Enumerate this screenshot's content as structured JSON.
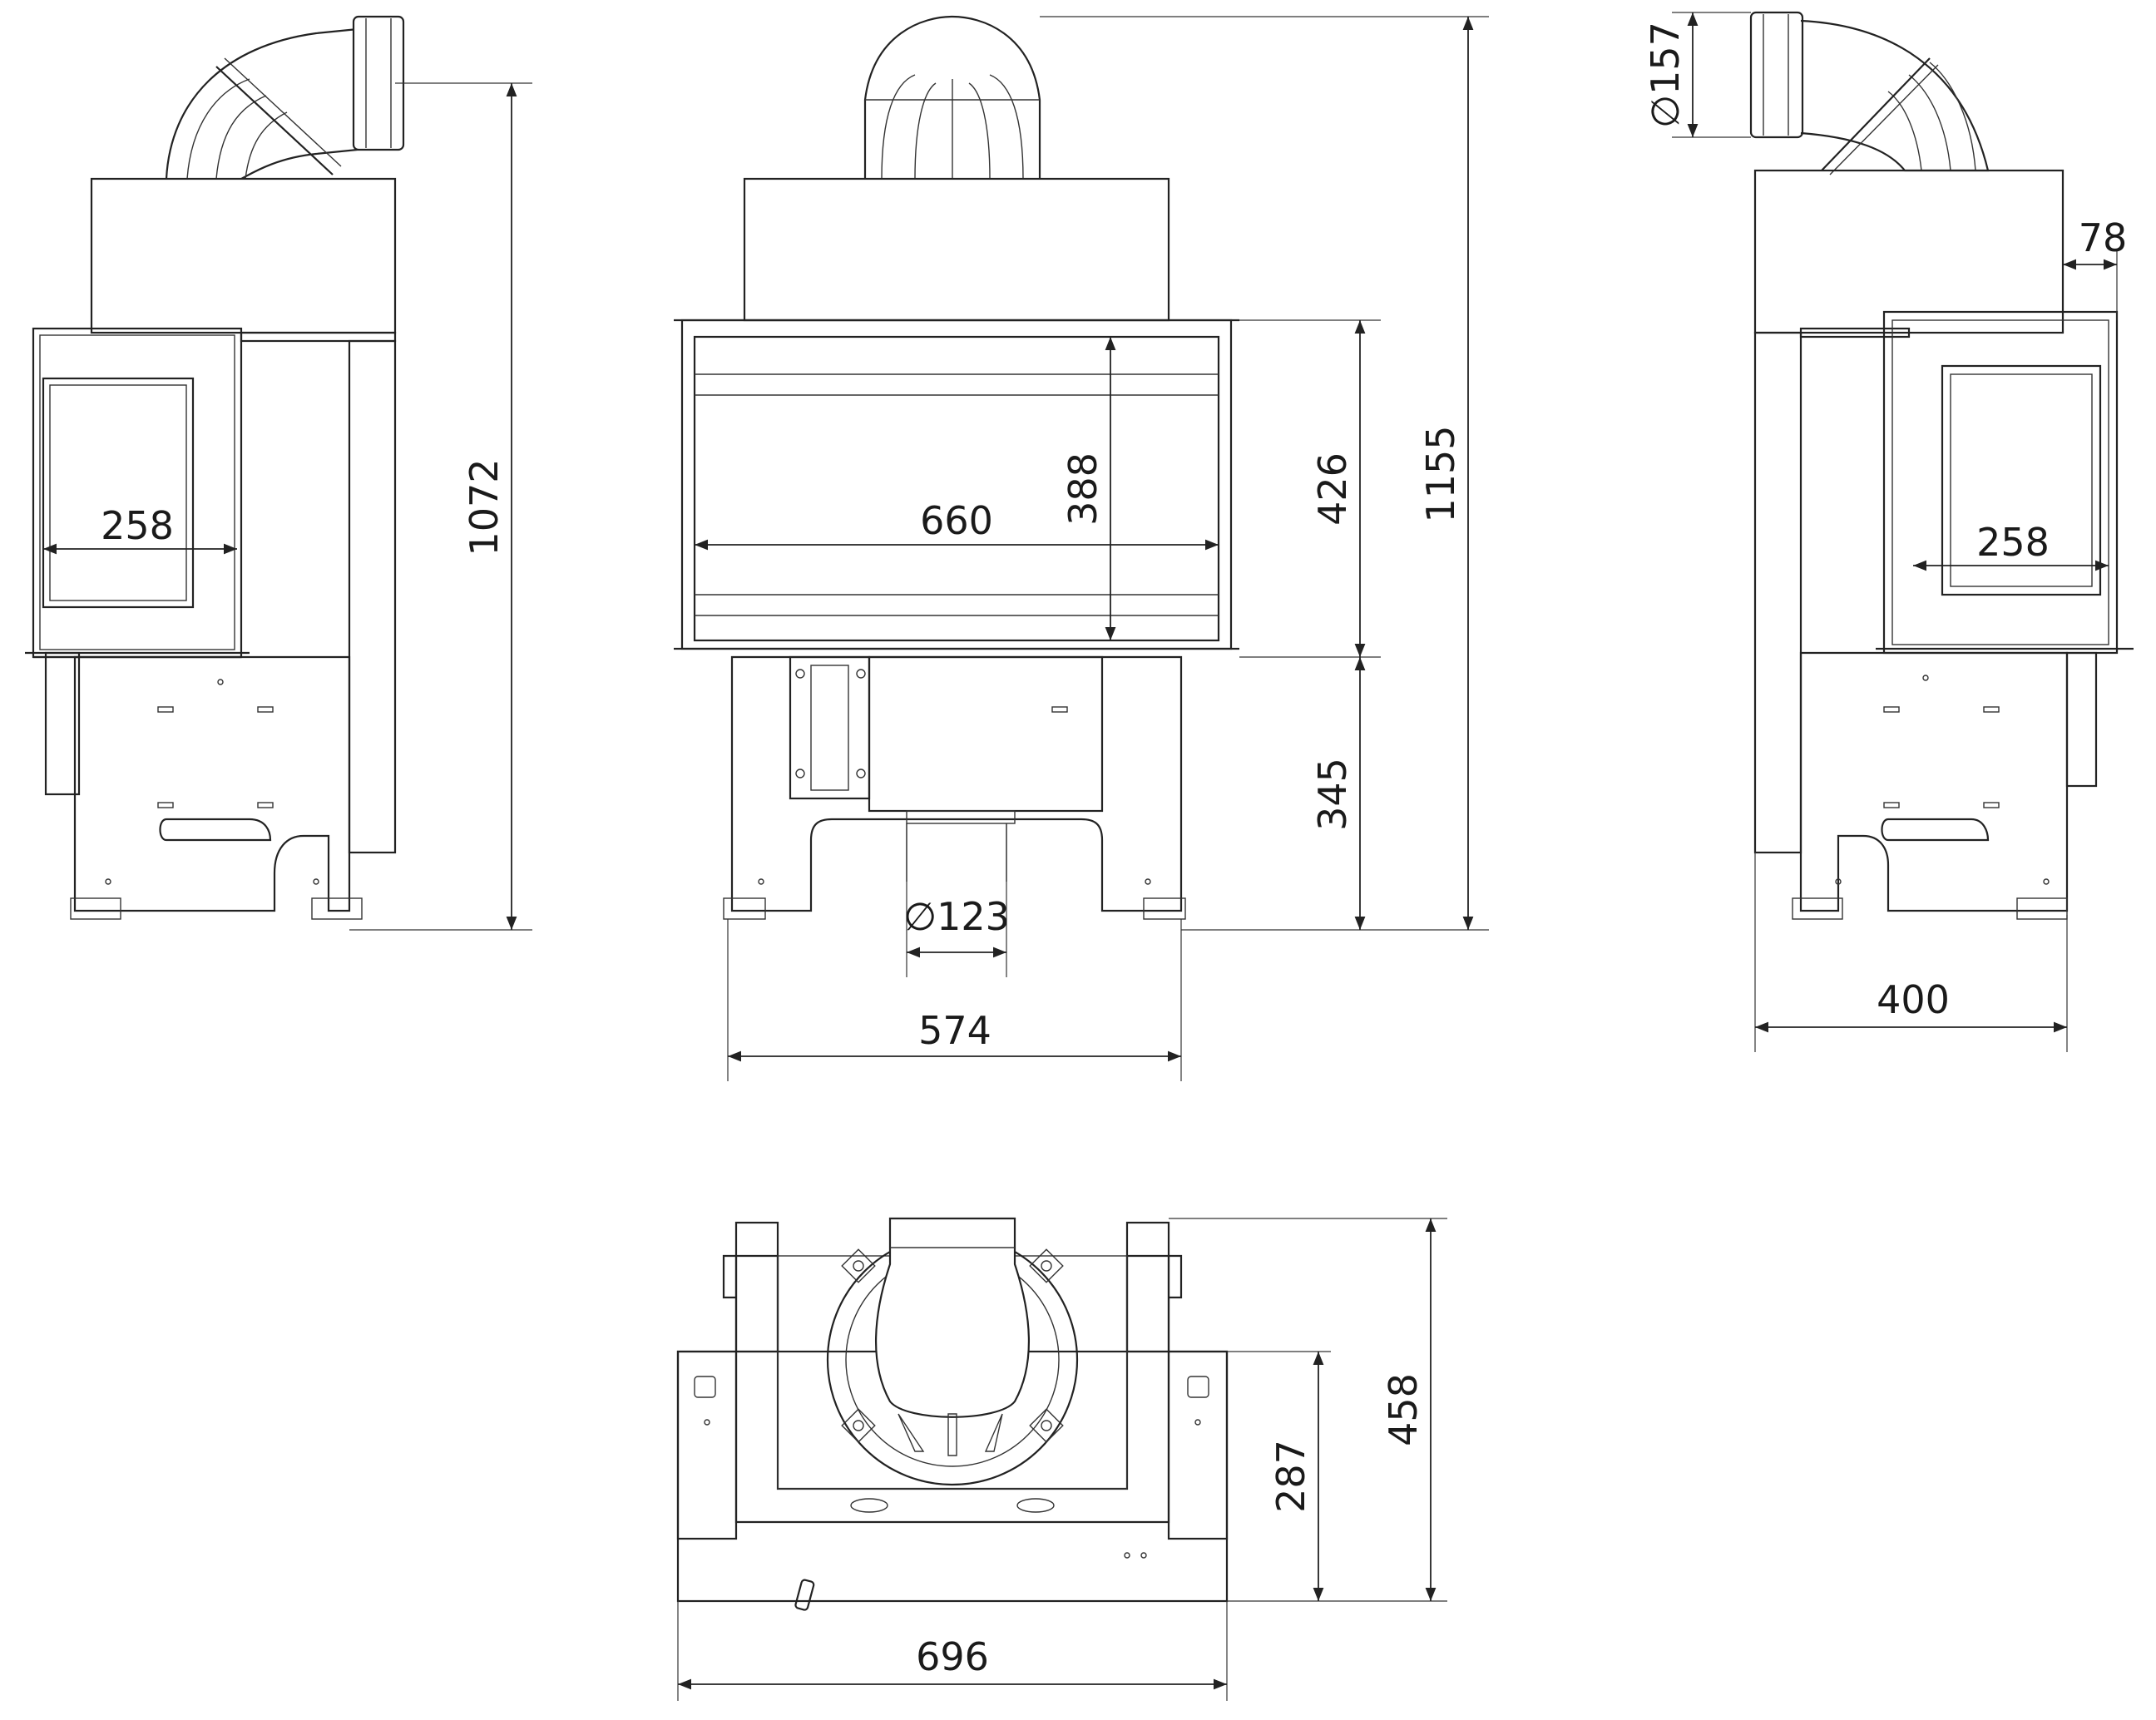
{
  "dimensions": {
    "side_left_window_width": "258",
    "side_left_height": "1072",
    "front_window_width": "660",
    "front_window_height": "388",
    "front_firebox_height": "426",
    "front_base_height": "345",
    "total_height": "1155",
    "outlet_bottom_diameter": "∅123",
    "front_width": "574",
    "side_right_window_width": "258",
    "side_right_depth": "400",
    "side_right_offset": "78",
    "flue_diameter": "∅157",
    "top_depth_inner": "287",
    "top_depth_outer": "458",
    "top_width": "696"
  },
  "colors": {
    "line": "#222222",
    "background": "#ffffff"
  }
}
